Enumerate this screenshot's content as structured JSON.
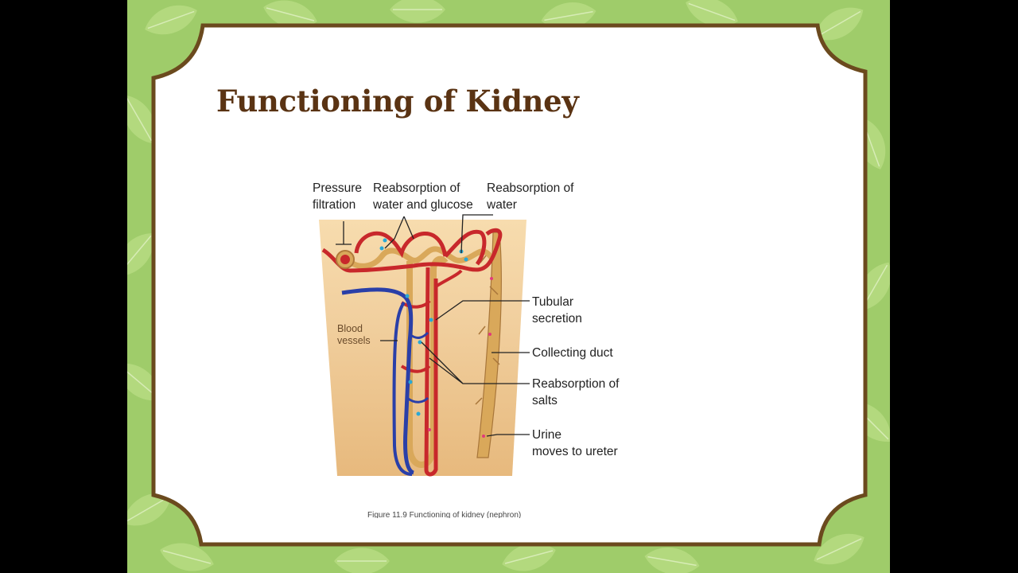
{
  "slide": {
    "title": "Functioning of Kidney",
    "colors": {
      "background": "#9fcc6a",
      "frame": "#6b4a1e",
      "title": "#5a3313"
    }
  },
  "diagram": {
    "labels": {
      "pressure_filtration": "Pressure\nfiltration",
      "reabsorption_water_glucose": "Reabsorption of\nwater and glucose",
      "reabsorption_water": "Reabsorption of\nwater",
      "tubular_secretion": "Tubular\nsecretion",
      "collecting_duct": "Collecting duct",
      "reabsorption_salts": "Reabsorption of\nsalts",
      "urine": "Urine\nmoves to ureter",
      "blood_vessels": "Blood\nvessels"
    },
    "caption": "Figure 11.9  Functioning of kidney (nephron)"
  }
}
